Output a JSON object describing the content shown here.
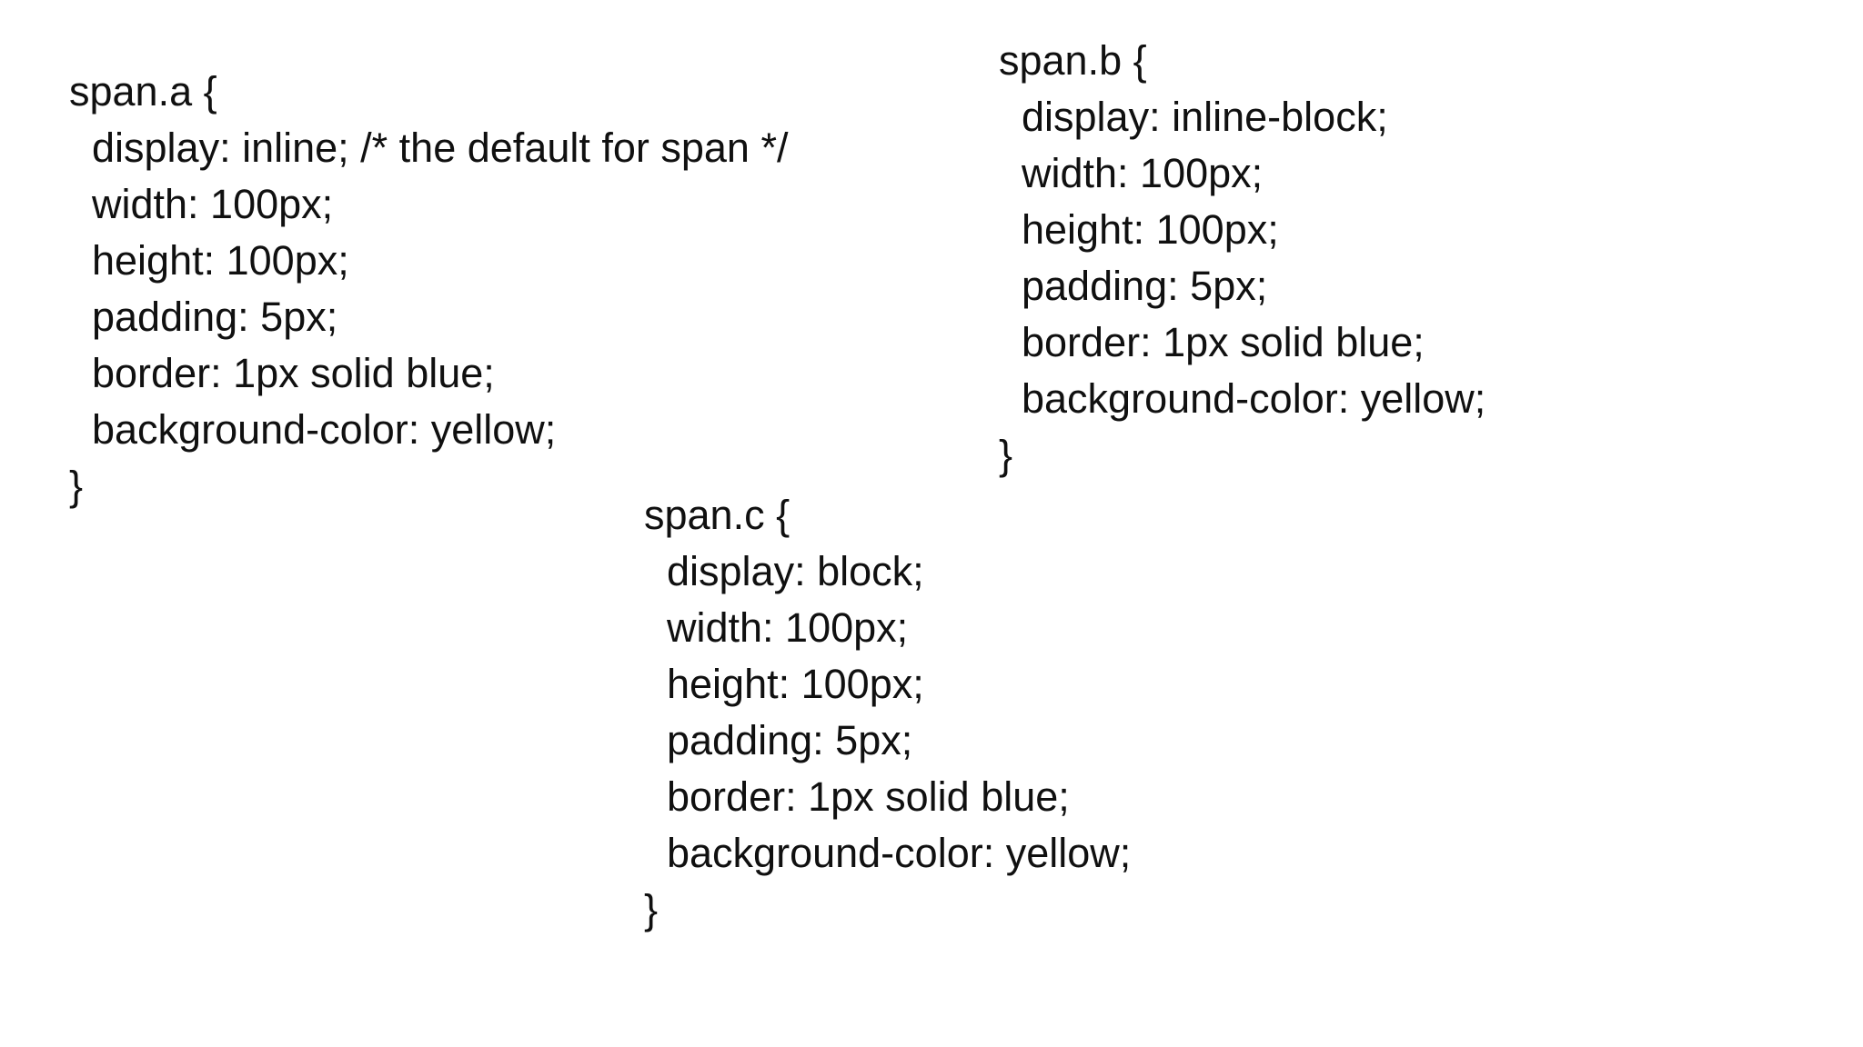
{
  "page": {
    "background_color": "#ffffff",
    "text_color": "#101010"
  },
  "code_blocks": [
    {
      "selector": "span.a",
      "code": "span.a {\n  display: inline; /* the default for span */\n  width: 100px;\n  height: 100px;\n  padding: 5px;\n  border: 1px solid blue;\n  background-color: yellow;\n}"
    },
    {
      "selector": "span.b",
      "code": "span.b {\n  display: inline-block;\n  width: 100px;\n  height: 100px;\n  padding: 5px;\n  border: 1px solid blue;\n  background-color: yellow;\n}"
    },
    {
      "selector": "span.c",
      "code": "span.c {\n  display: block;\n  width: 100px;\n  height: 100px;\n  padding: 5px;\n  border: 1px solid blue;\n  background-color: yellow;\n}"
    }
  ]
}
